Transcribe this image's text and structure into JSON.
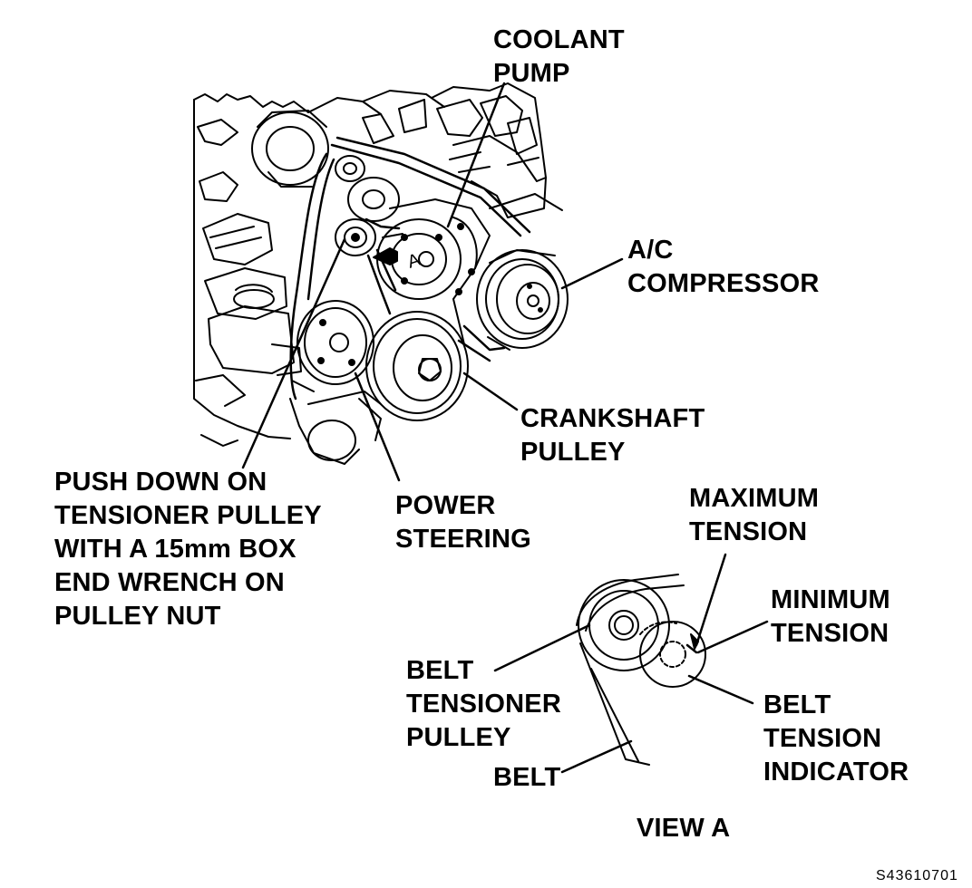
{
  "labels": {
    "coolant_pump": [
      "COOLANT",
      "PUMP"
    ],
    "ac_compressor": [
      "A/C",
      "COMPRESSOR"
    ],
    "crankshaft_pulley": [
      "CRANKSHAFT",
      "PULLEY"
    ],
    "push_down": [
      "PUSH DOWN ON",
      "TENSIONER PULLEY",
      "WITH A 15mm BOX",
      "END WRENCH ON",
      "PULLEY NUT"
    ],
    "power_steering": [
      "POWER",
      "STEERING"
    ],
    "maximum_tension": [
      "MAXIMUM",
      "TENSION"
    ],
    "minimum_tension": [
      "MINIMUM",
      "TENSION"
    ],
    "belt_tensioner_pulley": [
      "BELT",
      "TENSIONER",
      "PULLEY"
    ],
    "belt_tension_indicator": [
      "BELT",
      "TENSION",
      "INDICATOR"
    ],
    "belt": "BELT",
    "view_a": "VIEW A",
    "view_marker": "A"
  },
  "figure_code": "S43610701"
}
